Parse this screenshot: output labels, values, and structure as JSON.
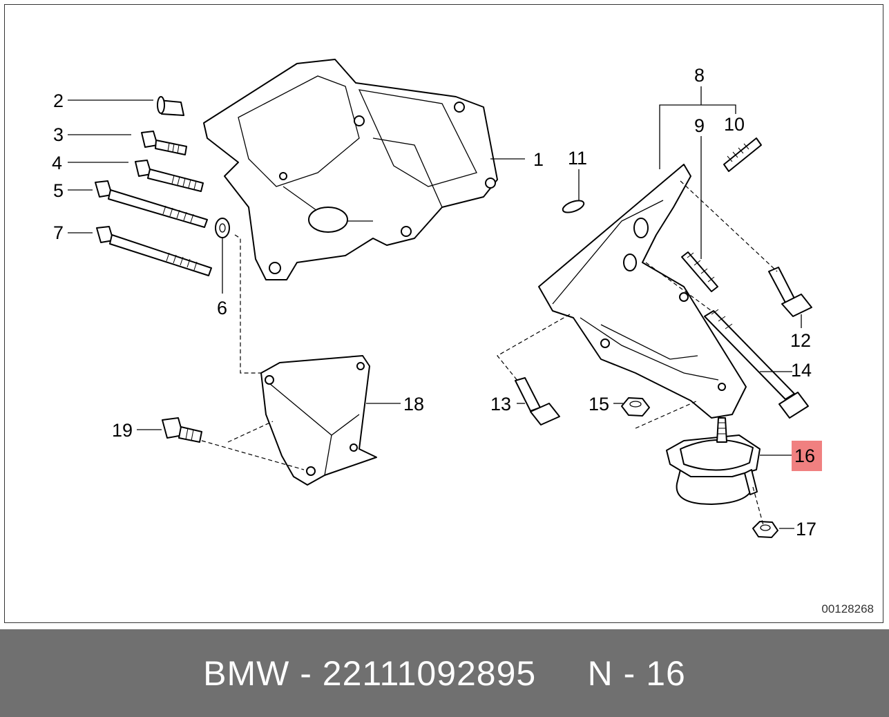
{
  "diagram": {
    "callouts": [
      {
        "id": "1",
        "label": "1"
      },
      {
        "id": "2",
        "label": "2"
      },
      {
        "id": "3",
        "label": "3"
      },
      {
        "id": "4",
        "label": "4"
      },
      {
        "id": "5",
        "label": "5"
      },
      {
        "id": "6",
        "label": "6"
      },
      {
        "id": "7",
        "label": "7"
      },
      {
        "id": "8",
        "label": "8"
      },
      {
        "id": "9",
        "label": "9"
      },
      {
        "id": "10",
        "label": "10"
      },
      {
        "id": "11",
        "label": "11"
      },
      {
        "id": "12",
        "label": "12"
      },
      {
        "id": "13",
        "label": "13"
      },
      {
        "id": "14",
        "label": "14"
      },
      {
        "id": "15",
        "label": "15"
      },
      {
        "id": "16",
        "label": "16"
      },
      {
        "id": "17",
        "label": "17"
      },
      {
        "id": "18",
        "label": "18"
      },
      {
        "id": "19",
        "label": "19"
      }
    ],
    "highlighted_callout": "16",
    "highlight_color": "#f08080",
    "diagram_number": "00128268"
  },
  "footer": {
    "brand": "BMW",
    "part_number": "22111092895",
    "position_code": "N - 16",
    "caption": "BMW - 22111092895     N - 16",
    "background_color": "#707070"
  }
}
